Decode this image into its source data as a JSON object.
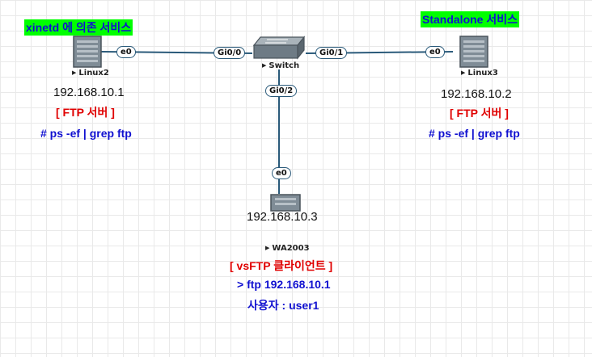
{
  "devices": {
    "linux2": {
      "name": "Linux2",
      "ip": "192.168.10.1",
      "role": "[ FTP 서버 ]",
      "command": "# ps -ef | grep ftp",
      "note": "xinetd 에 의존 서비스",
      "port": "e0"
    },
    "linux3": {
      "name": "Linux3",
      "ip": "192.168.10.2",
      "role": "[ FTP 서버 ]",
      "command": "# ps -ef | grep ftp",
      "note": "Standalone 서비스",
      "port": "e0"
    },
    "switch": {
      "name": "Switch",
      "ports": [
        "Gi0/0",
        "Gi0/1",
        "Gi0/2"
      ]
    },
    "wa2003": {
      "name": "WA2003",
      "ip": "192.168.10.3",
      "role": "[ vsFTP 클라이언트 ]",
      "command": "> ftp 192.168.10.1",
      "user": "사용자 : user1",
      "port": "e0"
    }
  },
  "links": [
    {
      "from": "Linux2 e0",
      "to": "Switch Gi0/0"
    },
    {
      "from": "Switch Gi0/1",
      "to": "Linux3 e0"
    },
    {
      "from": "Switch Gi0/2",
      "to": "WA2003 e0"
    }
  ],
  "colors": {
    "link": "#2a5a7a",
    "note_background": "#00ff00",
    "note_text": "#1010d0",
    "role_text": "#e00000",
    "command_text": "#1010d0"
  }
}
